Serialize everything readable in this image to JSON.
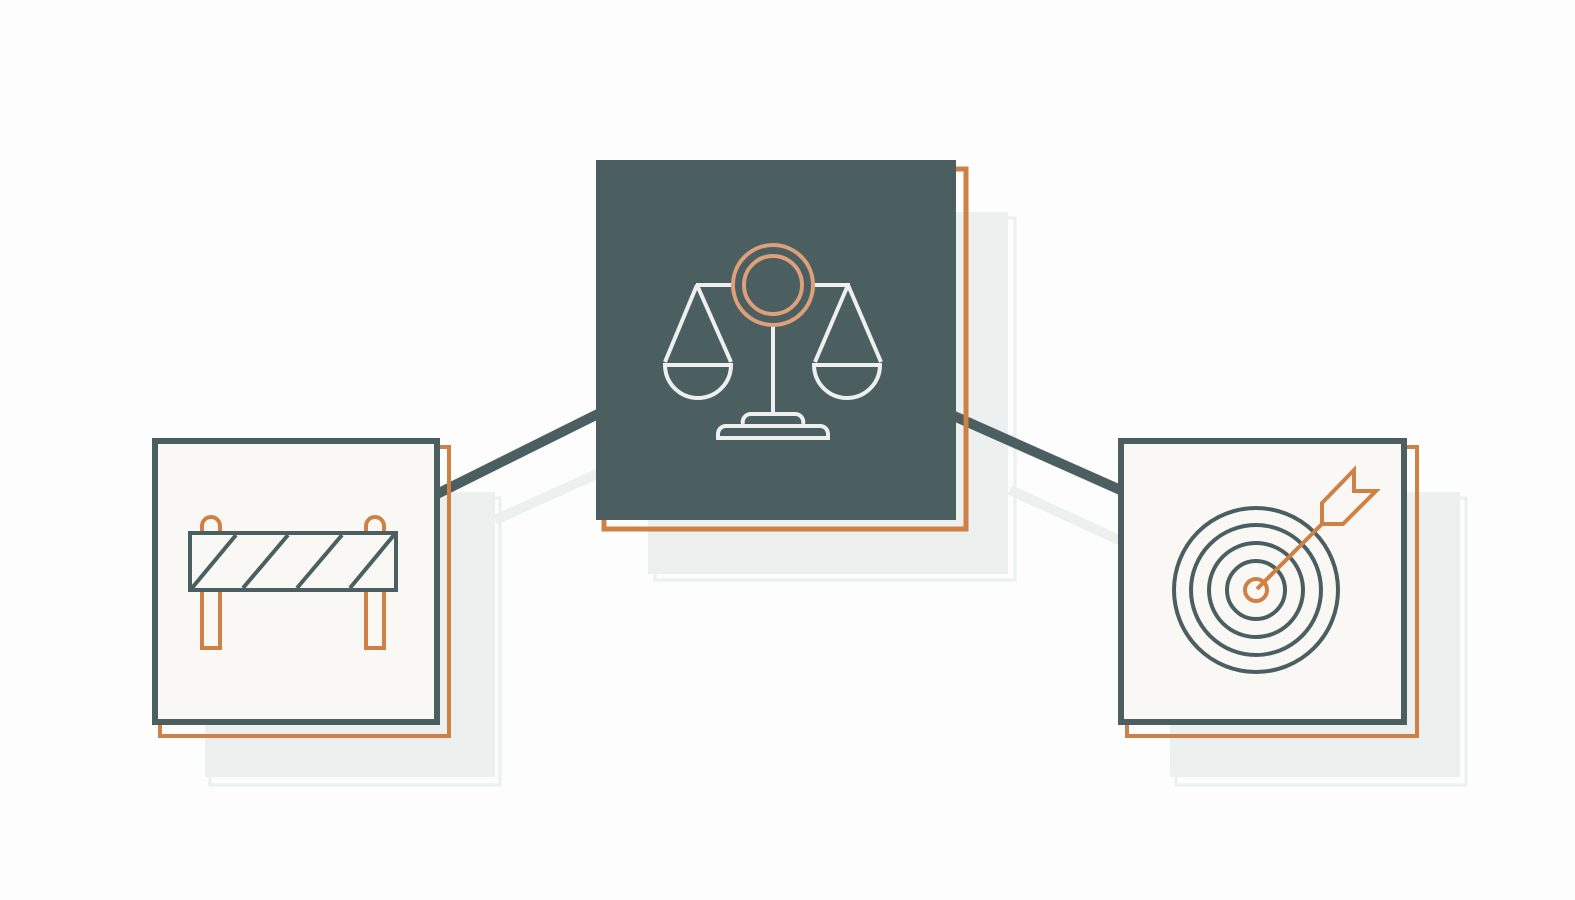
{
  "colors": {
    "background": "#fdfdfd",
    "slate": "#4b5f60",
    "orange": "#cf8145",
    "light_orange": "#dda07a",
    "shadow": "#dfe7e5",
    "card_fill": "#faf8f5",
    "icon_light": "#eef0ef"
  },
  "nodes": [
    {
      "id": "obstacle",
      "icon": "barrier-icon",
      "style": "light"
    },
    {
      "id": "balance",
      "icon": "scales-icon",
      "style": "dark"
    },
    {
      "id": "goal",
      "icon": "target-arrow-icon",
      "style": "light"
    }
  ],
  "connectors": [
    {
      "from": "obstacle",
      "to": "balance"
    },
    {
      "from": "balance",
      "to": "goal"
    }
  ]
}
